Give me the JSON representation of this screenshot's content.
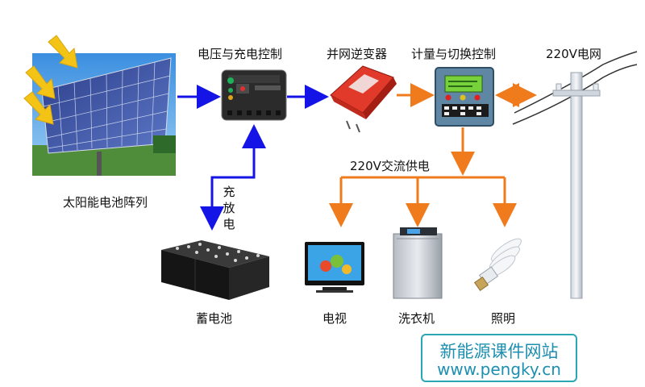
{
  "labels": {
    "solar_array": "太阳能电池阵列",
    "charge_controller": "电压与充电控制",
    "inverter": "并网逆变器",
    "metering": "计量与切换控制",
    "grid": "220V电网",
    "ac_supply": "220V交流供电",
    "charge_discharge": [
      "充",
      "放",
      "电"
    ],
    "battery": "蓄电池",
    "tv": "电视",
    "washer": "洗衣机",
    "lighting": "照明"
  },
  "watermark": {
    "line1": "新能源课件网站",
    "line2": "www.pengky.cn"
  },
  "colors": {
    "dc_flow": "#1414e6",
    "ac_flow": "#f07b1c",
    "watermark": "#1d8fb0"
  }
}
